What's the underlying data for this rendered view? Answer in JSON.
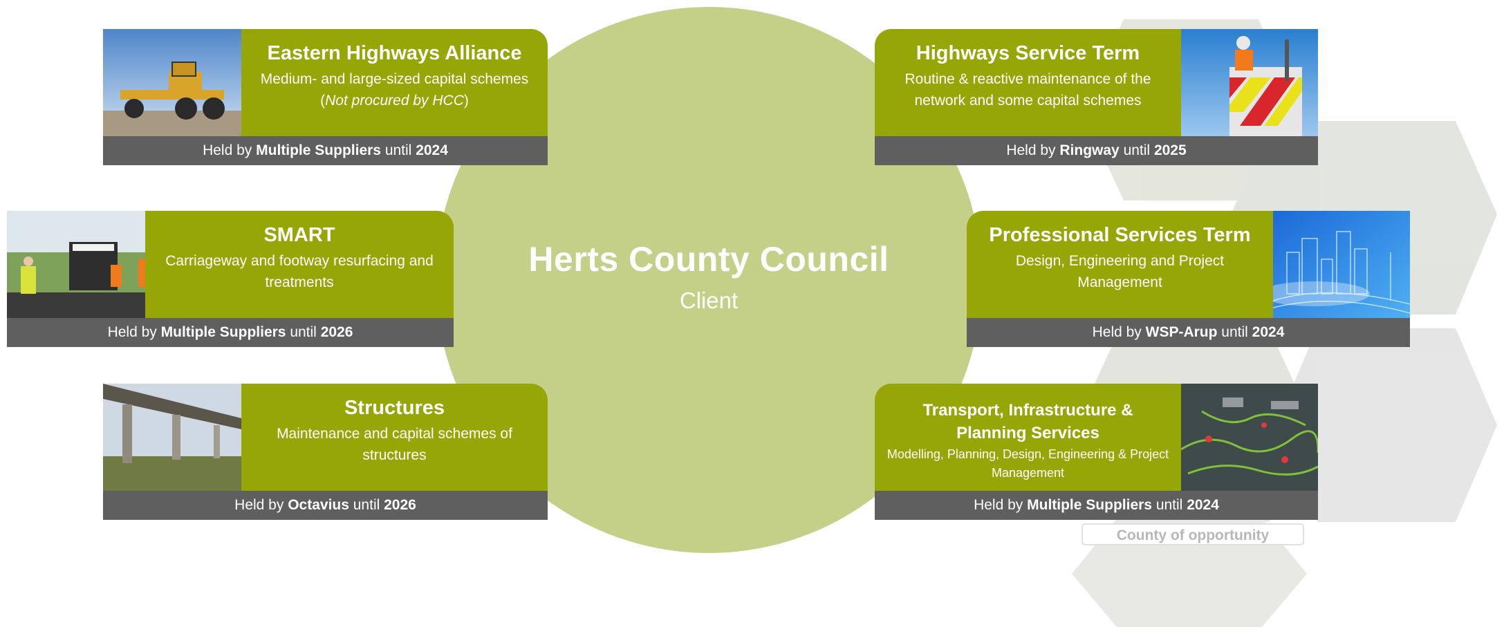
{
  "client": {
    "name": "Herts County Council",
    "role": "Client"
  },
  "background": {
    "sign_text": "County of opportunity"
  },
  "contracts": [
    {
      "title": "Eastern Highways Alliance",
      "desc_pre": "Medium- and large-sized capital schemes (",
      "desc_italic": "Not procured by HCC",
      "desc_post": ")",
      "held_prefix": "Held by ",
      "supplier": "Multiple Suppliers",
      "until_text": " until ",
      "year": "2024",
      "photo_icon": "grader-photo"
    },
    {
      "title": "Highways Service Term",
      "desc": "Routine & reactive maintenance of the network and some capital schemes",
      "held_prefix": "Held by ",
      "supplier": "Ringway",
      "until_text": " until ",
      "year": "2025",
      "photo_icon": "roadworks-photo"
    },
    {
      "title": "SMART",
      "desc": "Carriageway and footway resurfacing and treatments",
      "held_prefix": "Held by ",
      "supplier": "Multiple Suppliers",
      "until_text": " until ",
      "year": "2026",
      "photo_icon": "paver-photo"
    },
    {
      "title": "Professional Services Term",
      "desc": "Design, Engineering and Project Management",
      "held_prefix": "Held by ",
      "supplier": "WSP-Arup",
      "until_text": " until ",
      "year": "2024",
      "photo_icon": "city-graphic-photo"
    },
    {
      "title": "Structures",
      "desc": "Maintenance and capital schemes of structures",
      "held_prefix": "Held by ",
      "supplier": "Octavius",
      "until_text": " until ",
      "year": "2026",
      "photo_icon": "bridge-photo"
    },
    {
      "title": "Transport, Infrastructure  & Planning Services",
      "desc": "Modelling, Planning, Design, Engineering & Project Management",
      "held_prefix": "Held by ",
      "supplier": "Multiple Suppliers",
      "until_text": " until ",
      "year": "2024",
      "photo_icon": "network-map-photo"
    }
  ],
  "colors": {
    "circle": "#c4d088",
    "card_green": "#97a607",
    "footer_grey": "#5f5f5f",
    "text": "#ffffff"
  }
}
